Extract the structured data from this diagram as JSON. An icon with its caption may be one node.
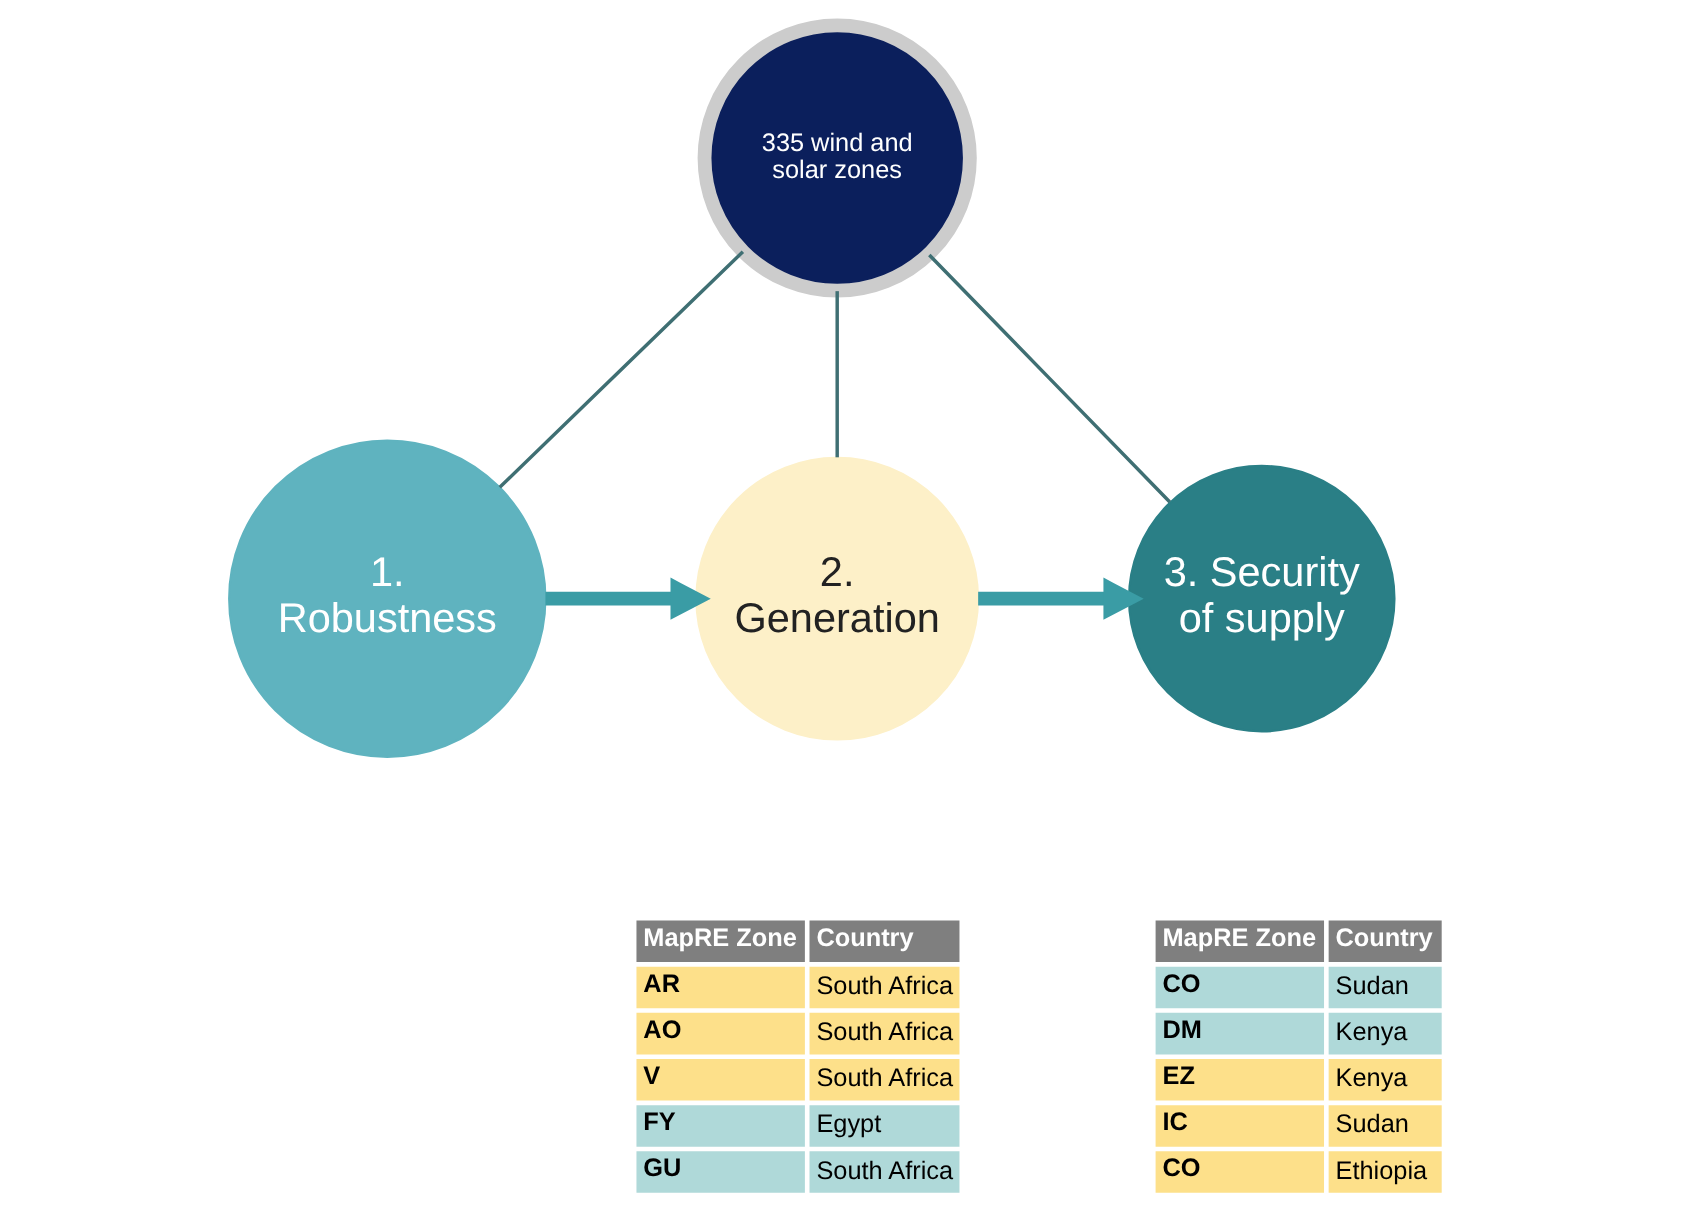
{
  "diagram": {
    "nodes": [
      {
        "text": [
          "335 wind and solar zones"
        ]
      },
      {
        "text": [
          "1. Robustness"
        ]
      },
      {
        "text": [
          "2. Generation"
        ]
      },
      {
        "text": [
          "3. Security of supply"
        ]
      }
    ],
    "edges": [
      {
        "from": 0,
        "to": 1,
        "arrow": "none"
      },
      {
        "from": 0,
        "to": 2,
        "arrow": "none"
      },
      {
        "from": 0,
        "to": 3,
        "arrow": "none"
      },
      {
        "from": 1,
        "to": 2,
        "arrow": "to",
        "style": "thick"
      },
      {
        "from": 2,
        "to": 3,
        "arrow": "to",
        "style": "thick"
      }
    ],
    "labels": [
      "MapRE Zone",
      "Country",
      "AR",
      "South Africa",
      "AO",
      "South Africa",
      "V",
      "South Africa",
      "FY",
      "Egypt",
      "GU",
      "South Africa",
      "MapRE Zone",
      "Country",
      "CO",
      "Sudan",
      "DM",
      "Kenya",
      "EZ",
      "Kenya",
      "IC",
      "Sudan",
      "CO",
      "Ethiopia"
    ]
  }
}
